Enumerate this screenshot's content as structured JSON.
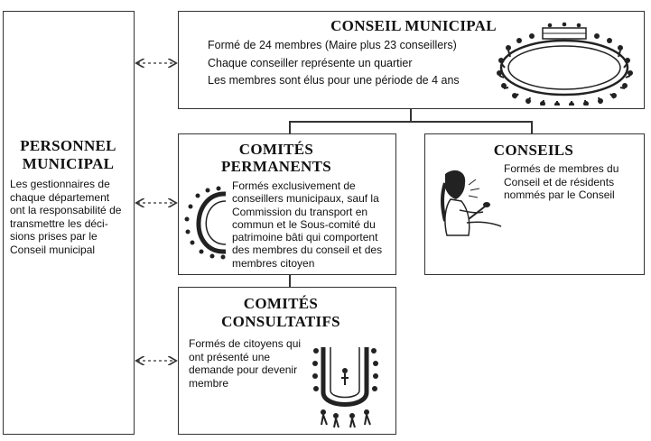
{
  "personnel": {
    "title_line1": "PERSONNEL",
    "title_line2": "MUNICIPAL",
    "lines": [
      "Les gestionnaires de",
      "chaque département",
      "ont la responsabilité de",
      "transmettre les déci-",
      "sions prises par le",
      "Conseil municipal"
    ]
  },
  "conseil": {
    "title": "CONSEIL MUNICIPAL",
    "items": [
      "Formé de 24 membres (Maire plus 23 conseillers)",
      "Chaque conseiller représente un quartier",
      "Les membres sont élus pour une période de 4 ans"
    ]
  },
  "permanents": {
    "title_line1": "COMITÉS",
    "title_line2": "PERMANENTS",
    "lines": [
      "Formés exclusivement de",
      "conseillers municipaux, sauf la",
      "Commission du transport en",
      "commun et le Sous-comité du",
      "patrimoine bâti qui comportent",
      "des membres du conseil et des",
      "membres citoyen"
    ]
  },
  "conseils": {
    "title": "CONSEILS",
    "lines": [
      "Formés de membres du",
      "Conseil et de résidents",
      "nommés par le Conseil"
    ]
  },
  "consultatifs": {
    "title_line1": "COMITÉS",
    "title_line2": "CONSULTATIFS",
    "lines": [
      "Formés de citoyens qui",
      "ont présenté une",
      "demande pour devenir",
      "membre"
    ]
  },
  "colors": {
    "border": "#333333",
    "text": "#111111",
    "background": "#ffffff"
  }
}
